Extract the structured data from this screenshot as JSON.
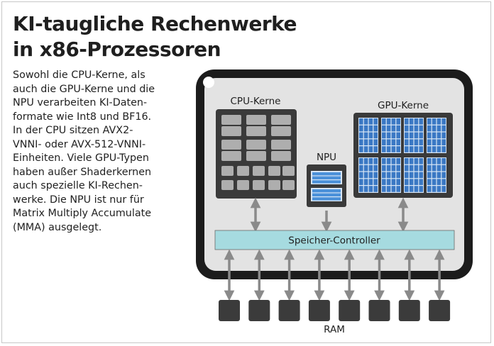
{
  "title": {
    "line1": "KI-taugliche Rechenwerke",
    "line2": "in x86-Prozessoren"
  },
  "body_lines": [
    "Sowohl die CPU-Kerne, als",
    "auch die GPU-Kerne und die",
    "NPU verarbeiten KI-Daten-",
    "formate wie Int8 und BF16.",
    "In der CPU sitzen AVX2-",
    "VNNI- oder AVX-512-VNNI-",
    "Einheiten. Viele GPU-Typen",
    "haben außer Shaderkernen",
    "auch spezielle KI-Rechen-",
    "werke. Die NPU ist nur für",
    "Matrix Multiply Accumulate",
    "(MMA) ausgelegt."
  ],
  "diagram": {
    "cpu_label": "CPU-Kerne",
    "gpu_label": "GPU-Kerne",
    "npu_label": "NPU",
    "controller_label": "Speicher-Controller",
    "ram_label": "RAM",
    "ram_module_count": 8,
    "colors": {
      "chip_outer": "#1c1c1c",
      "chip_inner": "#e3e3e3",
      "block_dark": "#3a3a3a",
      "cpu_core": "#aeaeae",
      "gpu_cell": "#3a78c4",
      "npu_cell": "#4a90d9",
      "controller": "#a6dbe0",
      "arrow": "#8a8a8a",
      "ram": "#3b3b3b"
    }
  }
}
